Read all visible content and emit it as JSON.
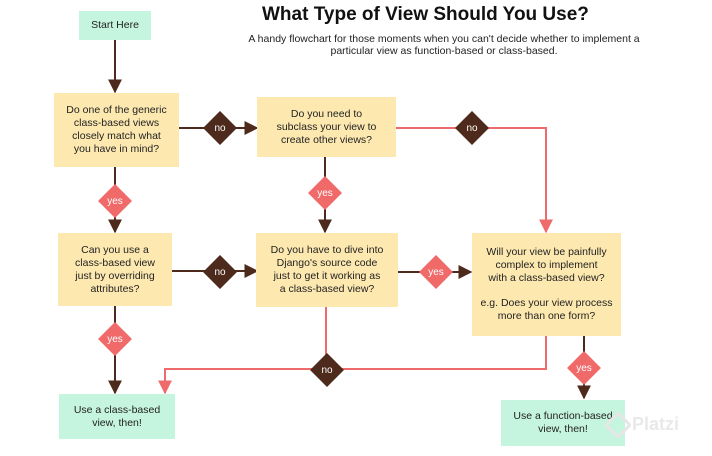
{
  "header": {
    "title": "What Type of View Should You Use?",
    "subtitle": "A handy flowchart for those moments when you can't decide whether to implement a particular view as function-based or class-based."
  },
  "nodes": {
    "start": "Start Here",
    "q1": [
      "Do one of the generic",
      "class-based views",
      "closely match what",
      "you have in mind?"
    ],
    "q2": [
      "Do you need to",
      "subclass your view to",
      "create other views?"
    ],
    "q3": [
      "Can you use a",
      "class-based view",
      "just by overriding",
      "attributes?"
    ],
    "q4": [
      "Do you have to dive into",
      "Django's source code",
      "just to get it working as",
      "a class-based view?"
    ],
    "q5": [
      "Will your view be painfully",
      "complex to implement",
      "with a class-based view?",
      "",
      "e.g. Does your view process",
      "more than one form?"
    ],
    "end_class": [
      "Use a class-based",
      "view, then!"
    ],
    "end_function": [
      "Use a function-based",
      "view, then!"
    ]
  },
  "labels": {
    "no": "no",
    "yes": "yes"
  },
  "watermark": "Platzi",
  "colors": {
    "question_box": "#fde9b0",
    "end_box": "#c6f5df",
    "no_diamond": "#4e2a1c",
    "yes_diamond": "#f06a6a",
    "brown_arrow": "#4e2a1c",
    "red_arrow": "#ee6b6b"
  }
}
